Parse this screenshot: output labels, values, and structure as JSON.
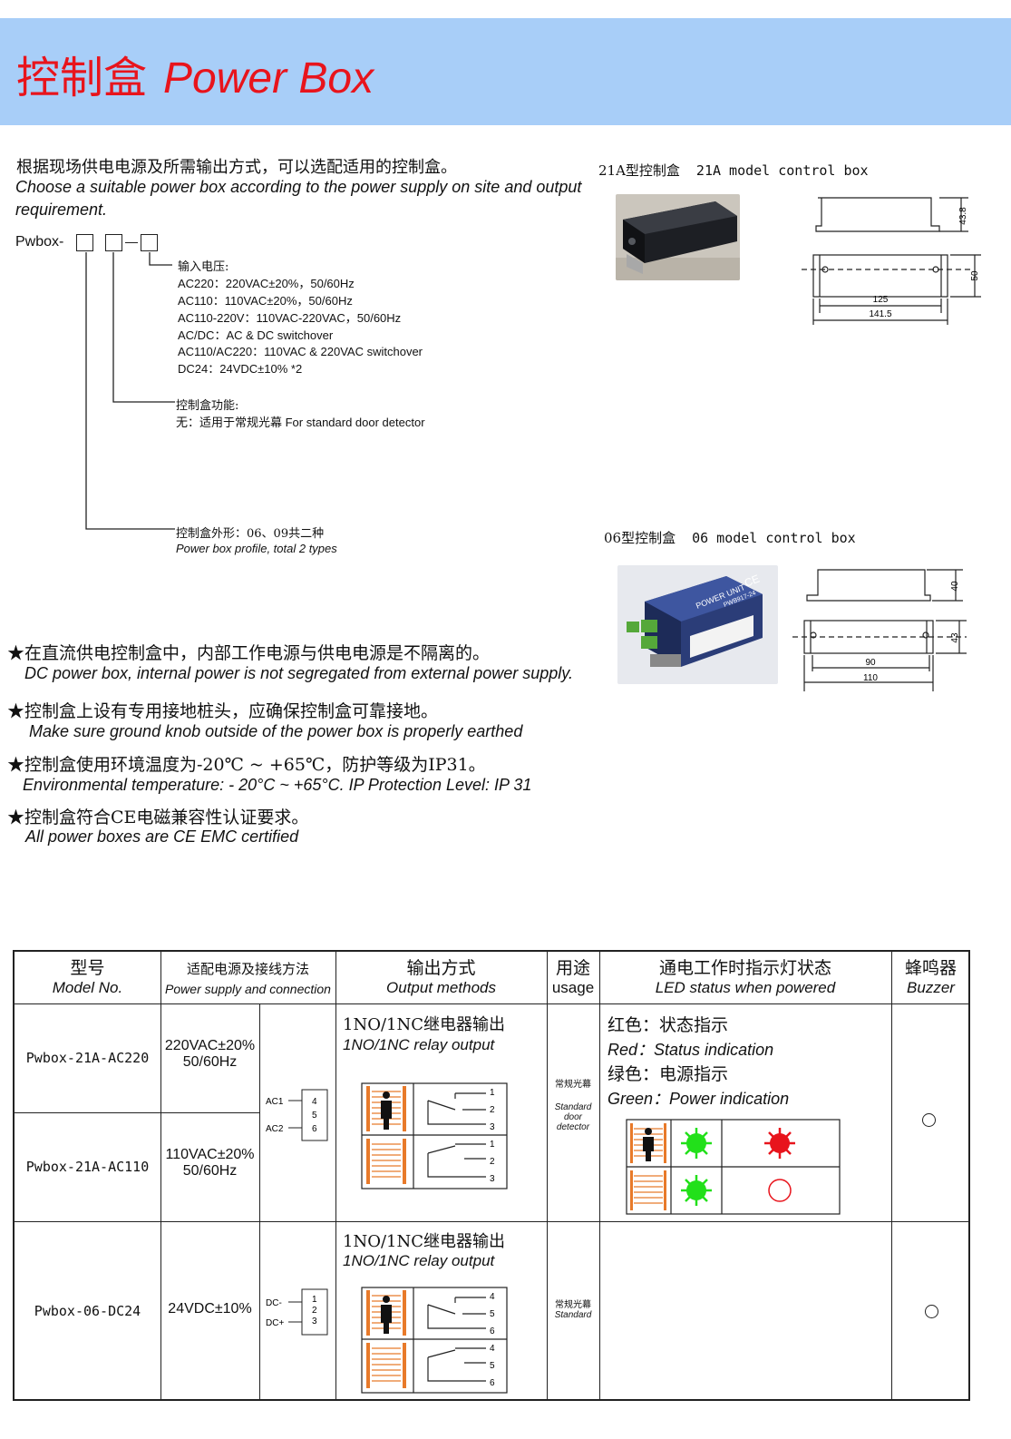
{
  "header": {
    "title_zh": "控制盒",
    "title_en": "Power Box"
  },
  "intro": {
    "zh": "根据现场供电电源及所需输出方式，可以选配适用的控制盒。",
    "en_line1": "Choose a suitable power box according to the power supply on site and output",
    "en_line2": "requirement."
  },
  "code": {
    "prefix": "Pwbox-",
    "voltage_title": "输入电压:",
    "voltage_options": [
      "AC220：220VAC±20%，50/60Hz",
      "AC110：110VAC±20%，50/60Hz",
      "AC110-220V：110VAC-220VAC，50/60Hz",
      "AC/DC：AC & DC switchover",
      "AC110/AC220：110VAC & 220VAC switchover",
      "DC24：24VDC±10% *2"
    ],
    "function_title": "控制盒功能:",
    "function_desc": "无：适用于常规光幕 For standard door detector",
    "profile_zh": "控制盒外形：06、09共二种",
    "profile_en": "Power box profile, total 2 types"
  },
  "models": {
    "m21a": {
      "title_zh": "21A型控制盒",
      "title_en": "21A model control box",
      "dim_height": "43.8",
      "dim_depth": "50",
      "dim_inner": "125",
      "dim_outer": "141.5"
    },
    "m06": {
      "title_zh": "06型控制盒",
      "title_en": "06 model control box",
      "dim_height": "40",
      "dim_depth": "43",
      "dim_inner": "90",
      "dim_outer": "110",
      "photo_label": "POWER UNIT",
      "photo_model": "PWB917-24"
    }
  },
  "notes": [
    {
      "zh": "★在直流供电控制盒中，内部工作电源与供电电源是不隔离的。",
      "en": "DC power box, internal power is not segregated from external power supply."
    },
    {
      "zh": "★控制盒上设有专用接地桩头，应确保控制盒可靠接地。",
      "en": "Make sure ground knob outside of the power box is properly earthed"
    },
    {
      "zh": "★控制盒使用环境温度为-20℃ ~ +65℃，防护等级为IP31。",
      "en": "Environmental temperature: - 20°C ~ +65°C. IP Protection Level: IP 31"
    },
    {
      "zh": "★控制盒符合CE电磁兼容性认证要求。",
      "en": "All power boxes are CE EMC certified"
    }
  ],
  "table": {
    "headers": [
      {
        "zh": "型号",
        "en": "Model No."
      },
      {
        "zh": "适配电源及接线方法",
        "en": "Power supply and connection"
      },
      {
        "zh": "输出方式",
        "en": "Output methods"
      },
      {
        "zh": "用途",
        "en": "usage"
      },
      {
        "zh": "通电工作时指示灯状态",
        "en": "LED status when powered"
      },
      {
        "zh": "蜂鸣器",
        "en": "Buzzer"
      }
    ],
    "rows": [
      {
        "model": "Pwbox-21A-AC220",
        "supply_line1": "220VAC±20%",
        "supply_line2": "50/60Hz"
      },
      {
        "model": "Pwbox-21A-AC110",
        "supply_line1": "110VAC±20%",
        "supply_line2": "50/60Hz"
      },
      {
        "model": "Pwbox-06-DC24",
        "supply_line1": "24VDC±10%",
        "supply_line2": ""
      }
    ],
    "wiring_ac": {
      "t1": "AC1",
      "t2": "AC2",
      "n1": "4",
      "n2": "5",
      "n3": "6"
    },
    "wiring_dc": {
      "t1": "DC-",
      "t2": "DC+",
      "n1": "1",
      "n2": "2",
      "n3": "3"
    },
    "output": {
      "zh": "1NO/1NC继电器输出",
      "en": "1NO/1NC relay output"
    },
    "relay_21a": {
      "a1": "1",
      "a2": "2",
      "a3": "3",
      "b1": "1",
      "b2": "2",
      "b3": "3"
    },
    "relay_06": {
      "a1": "4",
      "a2": "5",
      "a3": "6",
      "b1": "4",
      "b2": "5",
      "b3": "6"
    },
    "usage_21a": {
      "zh": "常规光幕",
      "en1": "Standard",
      "en2": "door",
      "en3": "detector"
    },
    "usage_06": {
      "zh": "常规光幕",
      "en1": "Standard"
    },
    "led": {
      "red_zh": "红色：状态指示",
      "red_en": "Red：Status indication",
      "green_zh": "绿色：电源指示",
      "green_en": "Green：Power indication"
    },
    "colors": {
      "green": "#22e01a",
      "red": "#e8141c",
      "orange": "#e87a2a"
    }
  }
}
